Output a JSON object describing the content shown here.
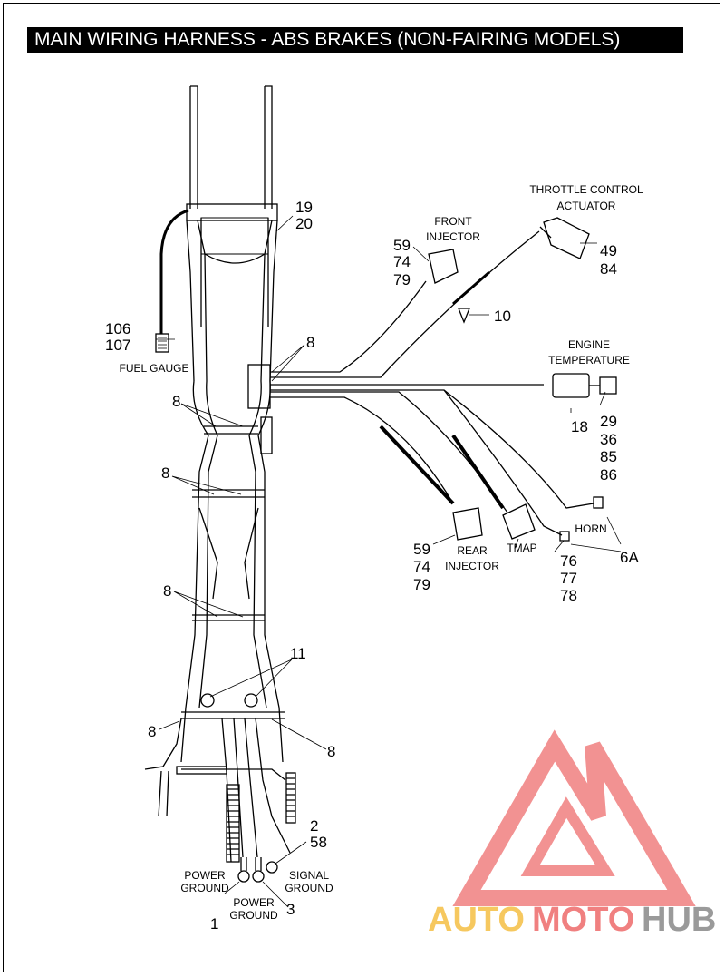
{
  "title": "MAIN WIRING HARNESS - ABS BRAKES (NON-FAIRING MODELS)",
  "components": {
    "throttle_control": [
      "THROTTLE CONTROL",
      "ACTUATOR"
    ],
    "front_injector": [
      "FRONT",
      "INJECTOR"
    ],
    "engine_temperature": [
      "ENGINE",
      "TEMPERATURE"
    ],
    "fuel_gauge": "FUEL GAUGE",
    "rear_injector": [
      "REAR",
      "INJECTOR"
    ],
    "tmap": "TMAP",
    "horn": "HORN",
    "power_ground_left": [
      "POWER",
      "GROUND"
    ],
    "power_ground_center": [
      "POWER",
      "GROUND"
    ],
    "signal_ground": [
      "SIGNAL",
      "GROUND"
    ]
  },
  "callouts": {
    "c19": "19",
    "c20": "20",
    "c59a": "59",
    "c74a": "74",
    "c79a": "79",
    "c49": "49",
    "c84": "84",
    "c10": "10",
    "c106": "106",
    "c107": "107",
    "c8_a": "8",
    "c8_b": "8",
    "c8_c": "8",
    "c8_d": "8",
    "c8_e": "8",
    "c8_f": "8",
    "c18": "18",
    "c29": "29",
    "c36": "36",
    "c85": "85",
    "c86": "86",
    "c59b": "59",
    "c74b": "74",
    "c79b": "79",
    "c76": "76",
    "c77": "77",
    "c78": "78",
    "c6a": "6A",
    "c11": "11",
    "c2": "2",
    "c58": "58",
    "c1": "1",
    "c3": "3"
  },
  "watermark": {
    "part1": "AUTO",
    "part2": "MOTO",
    "part3": "HUB",
    "color_yellow": "#f6c85f",
    "color_red": "#f08080",
    "color_gray": "#9a9a9a"
  }
}
